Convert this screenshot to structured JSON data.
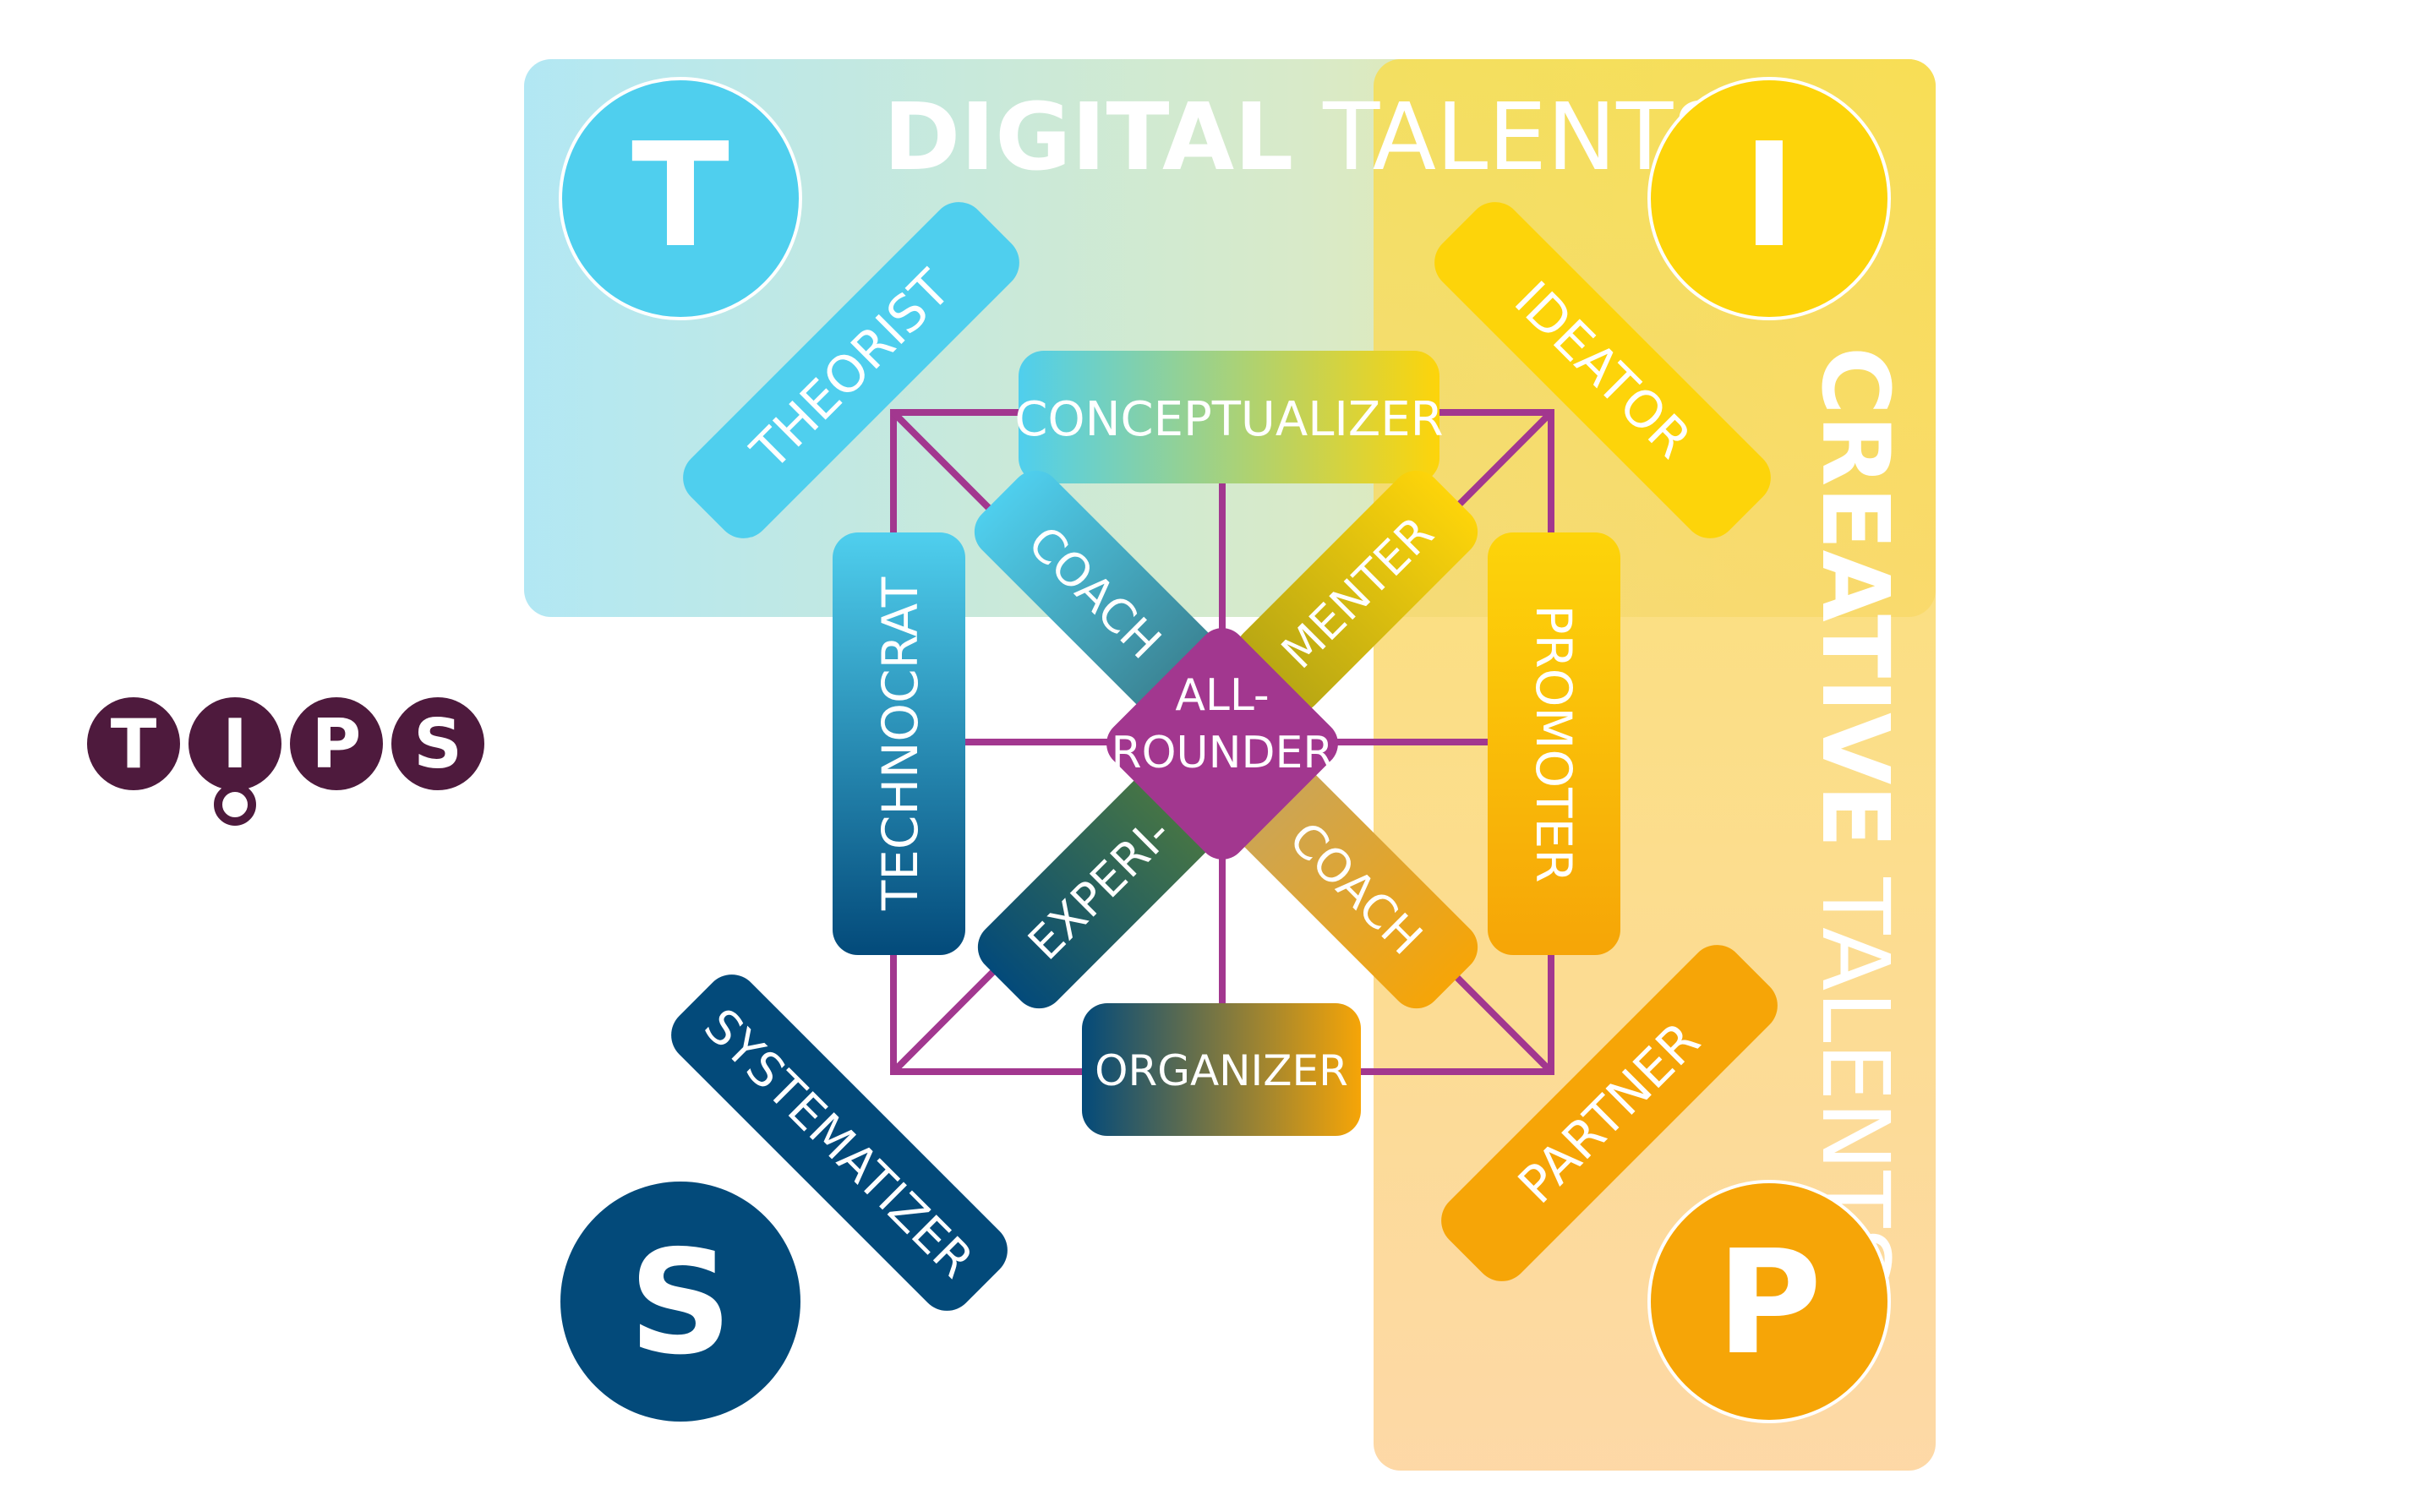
{
  "logo": {
    "letters": [
      "T",
      "I",
      "P",
      "S"
    ],
    "color": "#4e1a3d"
  },
  "panels": {
    "digital": {
      "bold": "DIGITAL",
      "light": " TALENTS"
    },
    "creative": {
      "bold": "CREATIVE",
      "light": " TALENTS"
    }
  },
  "corners": {
    "t": {
      "letter": "T",
      "color": "#4fcfee"
    },
    "i": {
      "letter": "I",
      "color": "#fdd40a"
    },
    "s": {
      "letter": "S",
      "color": "#034a7a"
    },
    "p": {
      "letter": "P",
      "color": "#f6a507"
    }
  },
  "roles": {
    "theorist": "THEORIST",
    "ideator": "IDEATOR",
    "systematizer": "SYSTEMATIZER",
    "partner": "PARTNER",
    "conceptualizer": "CONCEPTUALIZER",
    "organizer": "ORGANIZER",
    "technocrat": "TECHNOCRAT",
    "promoter": "PROMOTER",
    "coach_top": "COACH",
    "coach_bottom": "COACH",
    "menter": "MENTER",
    "experi": "EXPERI-",
    "allrounder": [
      "ALL-",
      "ROUNDER"
    ]
  },
  "colors": {
    "frame": "#a2378f",
    "hub": "#a2378f"
  }
}
